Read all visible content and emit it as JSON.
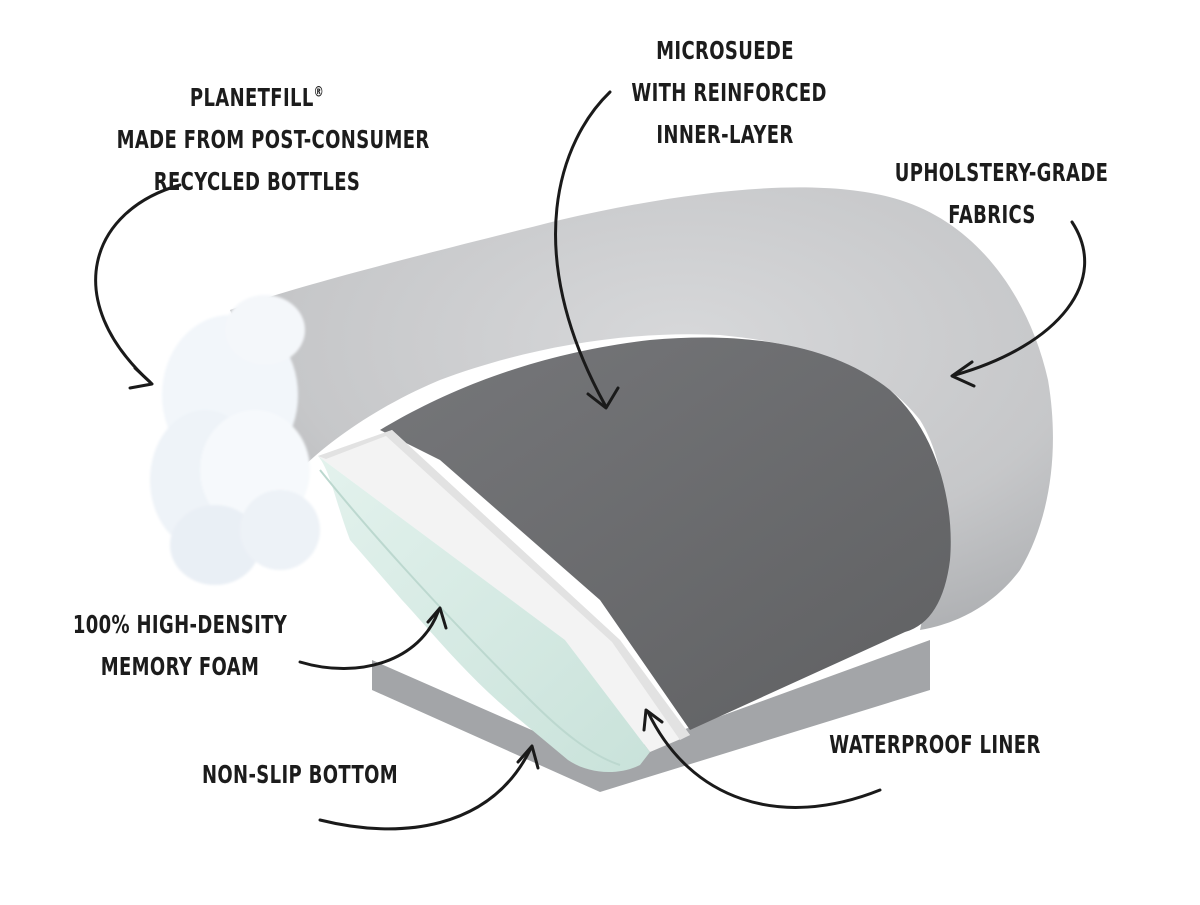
{
  "labels": {
    "planetfill": {
      "line1": "PLANETFILL",
      "registered_mark": "®",
      "line2": "MADE FROM POST-CONSUMER",
      "line3": "RECYCLED BOTTLES"
    },
    "microsuede": {
      "line1": "MICROSUEDE",
      "line2": "WITH REINFORCED",
      "line3": "INNER-LAYER"
    },
    "upholstery": {
      "line1": "UPHOLSTERY-GRADE",
      "line2": "FABRICS"
    },
    "foam": {
      "line1": "100% HIGH-DENSITY",
      "line2": "MEMORY FOAM"
    },
    "nonslip": {
      "line1": "NON-SLIP BOTTOM"
    },
    "waterproof": {
      "line1": "WATERPROOF LINER"
    }
  },
  "colors": {
    "bolster_fabric": "#c9cacc",
    "bolster_shadow": "#a9abae",
    "microsuede_top": "#6d6e70",
    "microsuede_side": "#5a5b5d",
    "memory_foam": "#d8ece6",
    "foam_edge": "#c2ddd5",
    "waterproof_liner": "#f4f4f4",
    "base": "#9a9c9e",
    "fill": "#f5f8fb",
    "arrow": "#1a1a1a",
    "text": "#1c1c1c"
  },
  "icons": {
    "arrows": "hand-drawn-curved-arrow"
  }
}
